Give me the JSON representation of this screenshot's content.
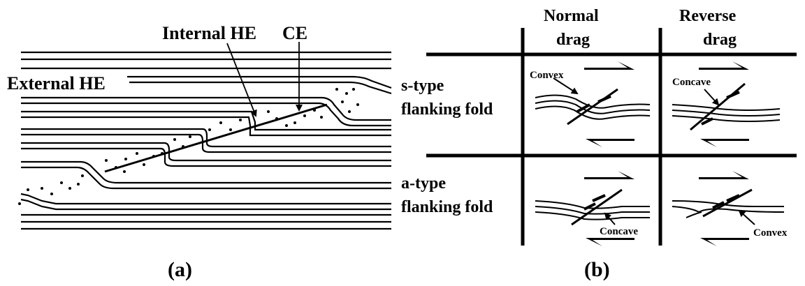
{
  "panel_a": {
    "caption": "(a)",
    "labels": {
      "internal_he": "Internal HE",
      "ce": "CE",
      "external_he": "External HE"
    }
  },
  "panel_b": {
    "caption": "(b)",
    "columns": {
      "normal_line1": "Normal",
      "normal_line2": "drag",
      "reverse_line1": "Reverse",
      "reverse_line2": "drag"
    },
    "rows": {
      "s_line1": "s-type",
      "s_line2": "flanking fold",
      "a_line1": "a-type",
      "a_line2": "flanking fold"
    },
    "cells": {
      "s_normal": "Convex",
      "s_reverse": "Concave",
      "a_normal": "Concave",
      "a_reverse": "Convex"
    }
  }
}
